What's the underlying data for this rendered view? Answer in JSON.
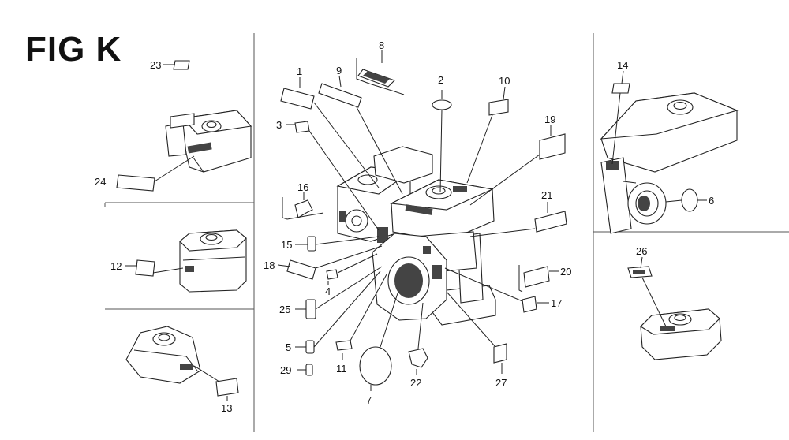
{
  "title": "FIG K",
  "callouts": {
    "c1": "1",
    "c2": "2",
    "c3": "3",
    "c4": "4",
    "c5": "5",
    "c6": "6",
    "c7": "7",
    "c8": "8",
    "c9": "9",
    "c10": "10",
    "c11": "11",
    "c12": "12",
    "c13": "13",
    "c14": "14",
    "c15": "15",
    "c16": "16",
    "c17": "17",
    "c18": "18",
    "c19": "19",
    "c20": "20",
    "c21": "21",
    "c22": "22",
    "c23": "23",
    "c24": "24",
    "c25": "25",
    "c26": "26",
    "c27": "27",
    "c29": "29"
  }
}
